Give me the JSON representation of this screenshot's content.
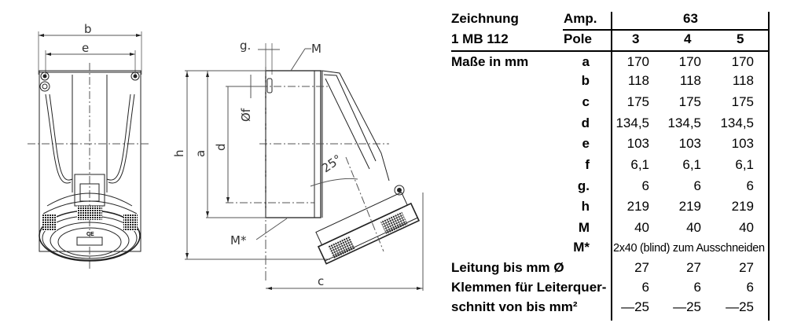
{
  "drawing": {
    "front_view_labels": {
      "b": "b",
      "e": "e"
    },
    "side_view_labels": {
      "g": "g.",
      "M": "M",
      "f": "Øf",
      "h": "h",
      "a": "a",
      "d": "d",
      "angle": "25°",
      "M_star": "M*",
      "c": "c"
    },
    "marking": "CE"
  },
  "table": {
    "header": {
      "zeichnung_label": "Zeichnung",
      "model": "1 MB 112",
      "amp_label": "Amp.",
      "amp_value": "63",
      "pole_label": "Pole",
      "poles": [
        "3",
        "4",
        "5"
      ]
    },
    "masse_label": "Maße in mm",
    "rows": [
      {
        "dim": "a",
        "values": [
          "170",
          "170",
          "170"
        ]
      },
      {
        "dim": "b",
        "values": [
          "118",
          "118",
          "118"
        ]
      },
      {
        "dim": "c",
        "values": [
          "175",
          "175",
          "175"
        ]
      },
      {
        "dim": "d",
        "values": [
          "134,5",
          "134,5",
          "134,5"
        ]
      },
      {
        "dim": "e",
        "values": [
          "103",
          "103",
          "103"
        ]
      },
      {
        "dim": "f",
        "values": [
          "6,1",
          "6,1",
          "6,1"
        ]
      },
      {
        "dim": "g.",
        "values": [
          "6",
          "6",
          "6"
        ]
      },
      {
        "dim": "h",
        "values": [
          "219",
          "219",
          "219"
        ]
      },
      {
        "dim": "M",
        "values": [
          "40",
          "40",
          "40"
        ]
      }
    ],
    "m_star": {
      "dim": "M*",
      "text": "2x40 (blind) zum Ausschneiden"
    },
    "leitung": {
      "label": "Leitung bis mm Ø",
      "values": [
        "27",
        "27",
        "27"
      ]
    },
    "klemmen": {
      "label_line1": "Klemmen für Leiterquer-",
      "label_line2": "schnitt von bis mm²",
      "from": [
        "6",
        "6",
        "6"
      ],
      "to": [
        "—25",
        "—25",
        "—25"
      ]
    }
  }
}
